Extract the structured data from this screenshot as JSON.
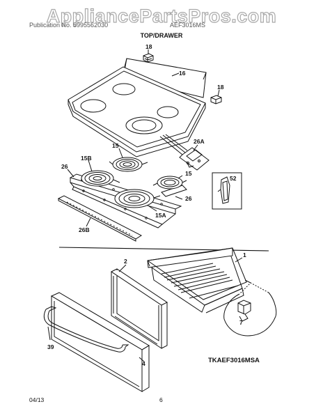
{
  "watermark": "AppliancePartsPros.com",
  "header": {
    "left": "Publication No. 5995562030",
    "right": "AEF3016MS"
  },
  "title": "TOP/DRAWER",
  "callouts": {
    "c18a": "18",
    "c16": "16",
    "c18b": "18",
    "c26A": "26A",
    "c15a": "15",
    "c15B": "15B",
    "c26a": "26",
    "c15b": "15",
    "c52": "52",
    "c26b": "26",
    "c15A": "15A",
    "c26B": "26B",
    "c1": "1",
    "c2": "2",
    "c7": "7",
    "c39": "39",
    "c4": "4"
  },
  "model_code": "TKAEF3016MSA",
  "footer": {
    "date": "04/13",
    "page": "6"
  }
}
